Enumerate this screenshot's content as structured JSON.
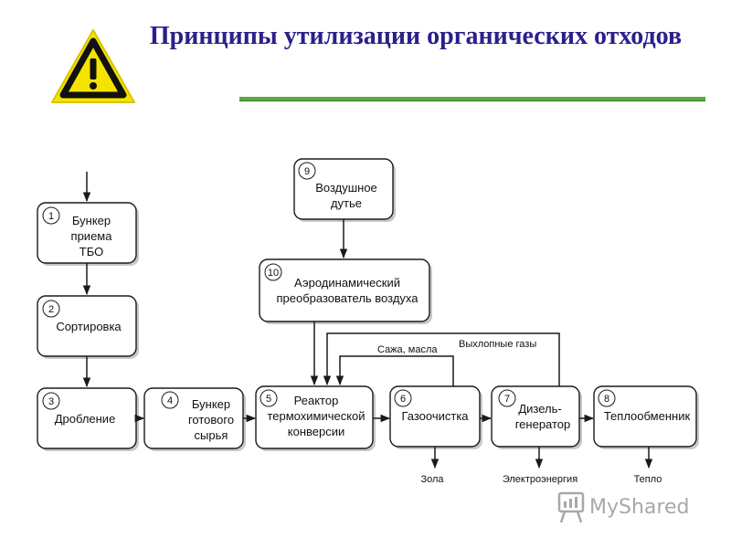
{
  "title": "Принципы утилизации органических отходов",
  "warning_icon": "warning-triangle-icon",
  "boxes": [
    {
      "num": "1",
      "lines": [
        "Бункер",
        "приема",
        "ТБО"
      ]
    },
    {
      "num": "2",
      "lines": [
        "Сортировка"
      ]
    },
    {
      "num": "3",
      "lines": [
        "Дробление"
      ]
    },
    {
      "num": "4",
      "lines": [
        "Бункер",
        "готового",
        "сырья"
      ]
    },
    {
      "num": "5",
      "lines": [
        "Реактор",
        "термохимической",
        "конверсии"
      ]
    },
    {
      "num": "6",
      "lines": [
        "Газоочистка"
      ]
    },
    {
      "num": "7",
      "lines": [
        "Дизель-",
        "генератор"
      ]
    },
    {
      "num": "8",
      "lines": [
        "Теплообменник"
      ]
    },
    {
      "num": "9",
      "lines": [
        "Воздушное",
        "дутье"
      ]
    },
    {
      "num": "10",
      "lines": [
        "Аэродинамический",
        "преобразователь воздуха"
      ]
    }
  ],
  "labels": {
    "soot": "Сажа, масла",
    "exhaust": "Выхлопные газы",
    "ash": "Зола",
    "electricity": "Электроэнергия",
    "heat": "Тепло"
  },
  "watermark": {
    "text": "MyShared",
    "icon": "presentation-board-icon"
  }
}
